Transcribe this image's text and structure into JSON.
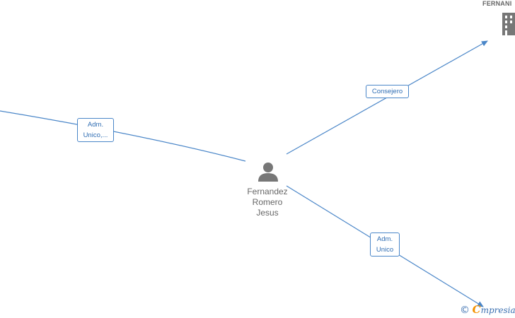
{
  "person": {
    "name_lines": [
      "Fernandez",
      "Romero",
      "Jesus"
    ],
    "icon": "person-icon"
  },
  "companies": [
    {
      "label": "FERNANI",
      "icon": "building-icon"
    }
  ],
  "edges": [
    {
      "id": "edge-left",
      "label_lines": [
        "Adm.",
        "Unico,..."
      ]
    },
    {
      "id": "edge-top-right",
      "label_lines": [
        "Consejero"
      ]
    },
    {
      "id": "edge-bottom-right",
      "label_lines": [
        "Adm.",
        "Unico"
      ]
    }
  ],
  "watermark": {
    "copyright": "©",
    "brand_first": "C",
    "brand_rest": "mpresia"
  },
  "colors": {
    "edge": "#4a86c8",
    "label_text": "#2f6db3",
    "node_text": "#666666",
    "icon": "#777777",
    "brand_orange": "#f39200"
  }
}
